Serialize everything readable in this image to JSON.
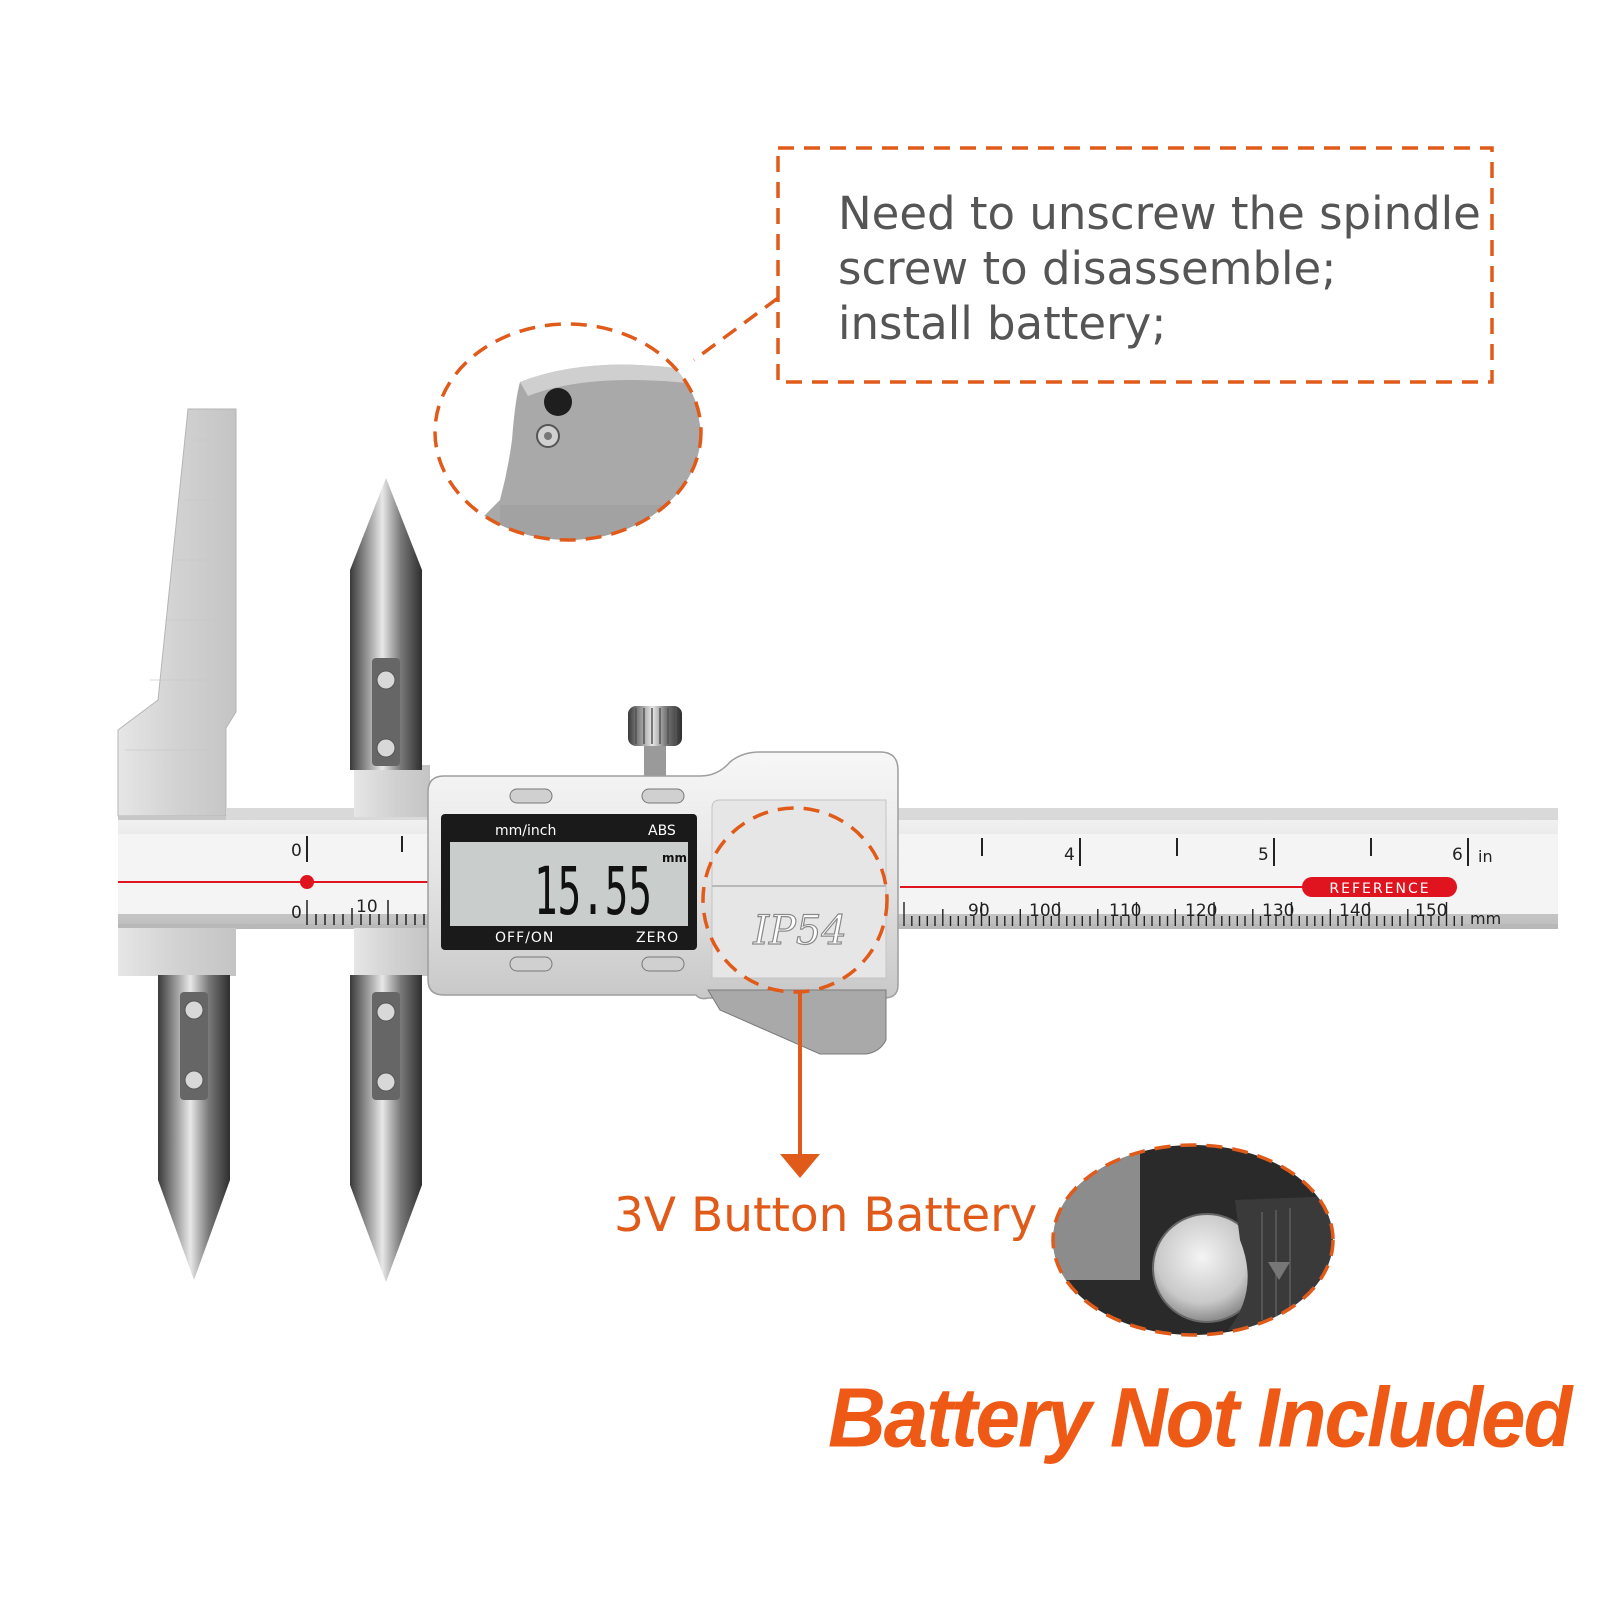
{
  "callout": {
    "lines": [
      "Need to unscrew the spindle",
      "screw to disassemble;",
      "install battery;"
    ]
  },
  "battery_label": "3V Button Battery",
  "not_included": "Battery Not Included",
  "display": {
    "unit_toggle": "mm/inch",
    "mode": "ABS",
    "reading": "15.55",
    "unit": "mm",
    "power_label": "OFF/ON",
    "zero_label": "ZERO"
  },
  "body_mark": "IP54",
  "scale": {
    "inch_labels": [
      "0",
      "4",
      "5",
      "6"
    ],
    "inch_unit": "in",
    "mm_labels": [
      "0",
      "10",
      "90",
      "100",
      "110",
      "120",
      "130",
      "140",
      "150"
    ],
    "mm_unit": "mm",
    "reference_label": "REFERENCE"
  },
  "colors": {
    "accent": "#e05a1a",
    "reference_red": "#e0141e",
    "lcd_bg": "#c9cdcc",
    "text_gray": "#555555"
  }
}
